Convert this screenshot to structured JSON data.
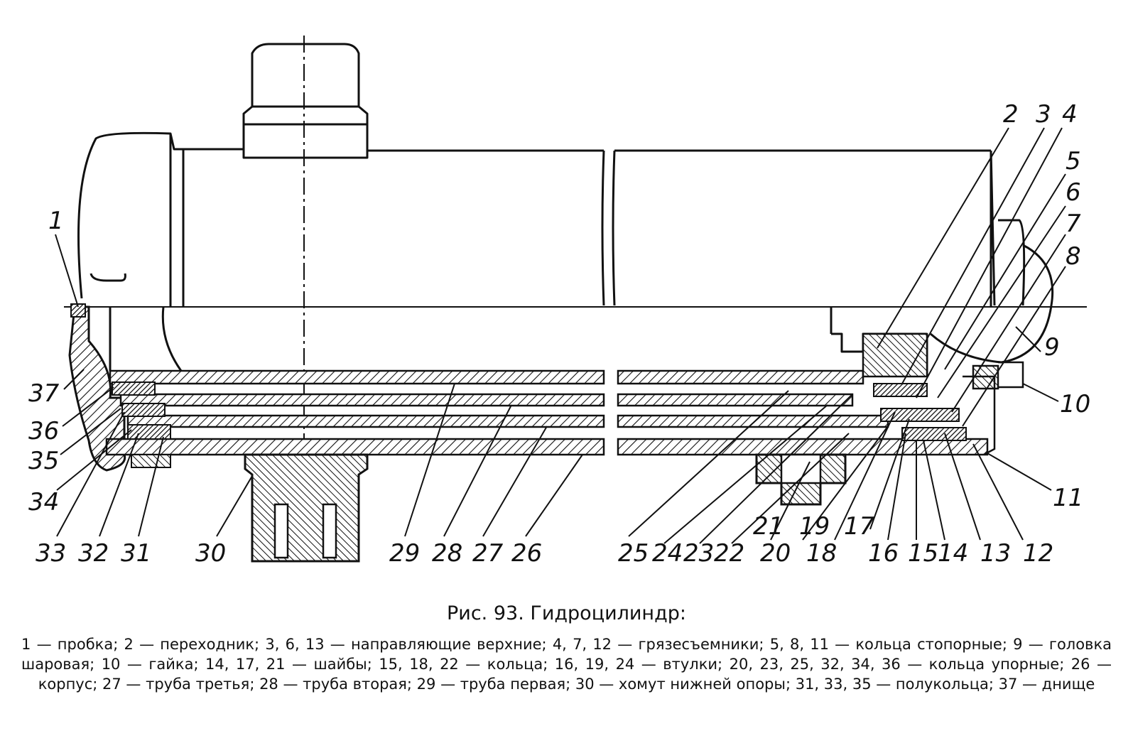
{
  "figure": {
    "title": "Рис. 93. Гидроцилиндр:",
    "legend": "1 — пробка; 2 — переходник; 3, 6, 13 — направляющие верхние; 4, 7, 12 — грязесъемники; 5, 8, 11 — кольца стопорные; 9 — головка шаровая; 10 — гайка; 14, 17, 21 — шайбы; 15, 18, 22 — кольца; 16, 19, 24 — втулки; 20, 23, 25, 32, 34, 36 — кольца упорные; 26 — корпус; 27 — труба третья; 28 — труба вторая; 29 — труба первая; 30 — хомут нижней опоры; 31, 33, 35 — полукольца; 37 — днище"
  },
  "callouts": {
    "c1": "1",
    "c2": "2",
    "c3": "3",
    "c4": "4",
    "c5": "5",
    "c6": "6",
    "c7": "7",
    "c8": "8",
    "c9": "9",
    "c10": "10",
    "c11": "11",
    "c12": "12",
    "c13": "13",
    "c14": "14",
    "c15": "15",
    "c16": "16",
    "c17": "17",
    "c18": "18",
    "c19": "19",
    "c20": "20",
    "c21": "21",
    "c22": "22",
    "c23": "23",
    "c24": "24",
    "c25": "25",
    "c26": "26",
    "c27": "27",
    "c28": "28",
    "c29": "29",
    "c30": "30",
    "c31": "31",
    "c32": "32",
    "c33": "33",
    "c34": "34",
    "c35": "35",
    "c36": "36",
    "c37": "37"
  }
}
